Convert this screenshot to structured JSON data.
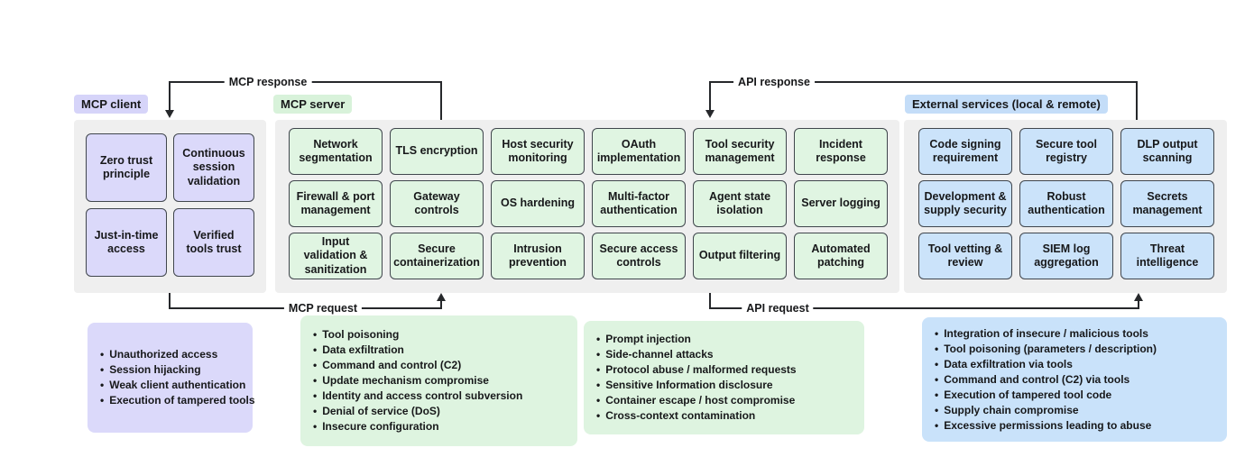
{
  "flows": {
    "mcp_response": "MCP response",
    "api_response": "API response",
    "mcp_request": "MCP request",
    "api_request": "API request"
  },
  "sections": {
    "client": {
      "label": "MCP client",
      "boxes": [
        "Zero trust principle",
        "Continuous session validation",
        "Just-in-time access",
        "Verified tools trust"
      ]
    },
    "server": {
      "label": "MCP server",
      "boxes": [
        "Network segmentation",
        "TLS encryption",
        "Host security monitoring",
        "OAuth implementation",
        "Tool security management",
        "Incident response",
        "Firewall & port management",
        "Gateway controls",
        "OS hardening",
        "Multi-factor authentication",
        "Agent state isolation",
        "Server logging",
        "Input validation & sanitization",
        "Secure containerization",
        "Intrusion prevention",
        "Secure access controls",
        "Output filtering",
        "Automated patching"
      ]
    },
    "external": {
      "label": "External services (local & remote)",
      "boxes": [
        "Code signing requirement",
        "Secure tool registry",
        "DLP output scanning",
        "Development & supply security",
        "Robust authentication",
        "Secrets management",
        "Tool vetting & review",
        "SIEM log aggregation",
        "Threat intelligence"
      ]
    }
  },
  "threats": {
    "client": [
      "Unauthorized access",
      "Session hijacking",
      "Weak client authentication",
      "Execution of tampered tools"
    ],
    "server_left": [
      "Tool poisoning",
      "Data exfiltration",
      "Command and control (C2)",
      "Update mechanism compromise",
      "Identity and access control subversion",
      "Denial of service (DoS)",
      "Insecure configuration"
    ],
    "server_right": [
      "Prompt injection",
      "Side-channel attacks",
      "Protocol abuse / malformed requests",
      "Sensitive Information disclosure",
      "Container escape / host compromise",
      "Cross-context contamination"
    ],
    "external": [
      "Integration of insecure / malicious tools",
      "Tool poisoning (parameters / description)",
      "Data exfiltration via tools",
      "Command and control (C2) via tools",
      "Execution of tampered tool code",
      "Supply chain compromise",
      "Excessive permissions leading to abuse"
    ]
  },
  "colors": {
    "client_accent": "#dbd9fa",
    "server_accent": "#e0f5e2",
    "external_accent": "#cbe3fa",
    "panel_bg": "#efefef",
    "box_border": "#40464d",
    "connector": "#26282b"
  }
}
